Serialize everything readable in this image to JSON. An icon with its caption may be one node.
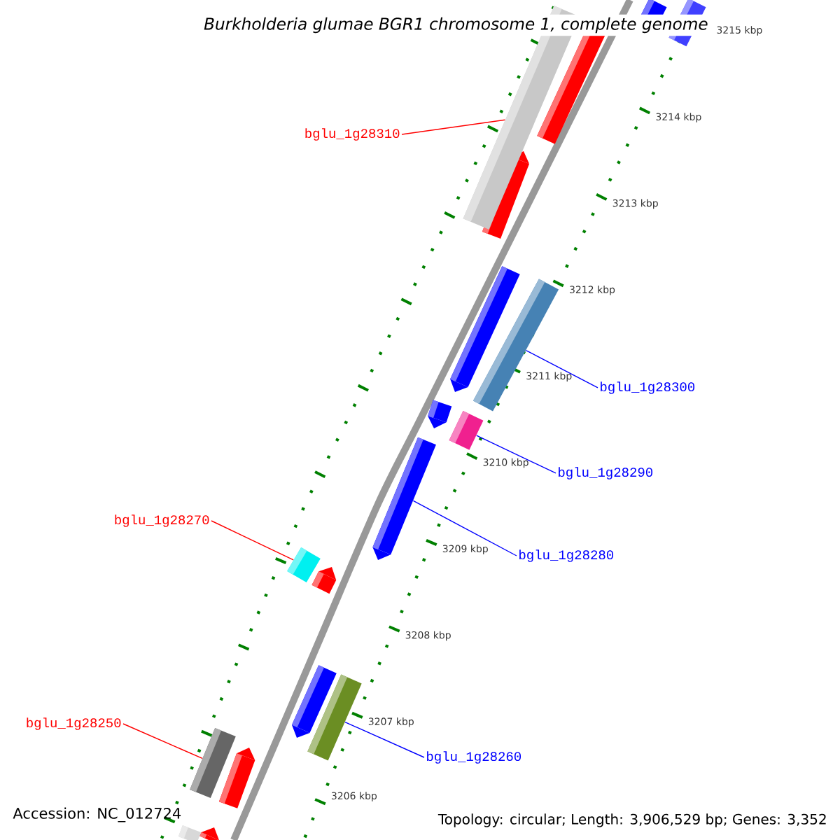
{
  "diagram": {
    "title": "Burkholderia glumae BGR1 chromosome 1, complete genome",
    "nodes": [
      {
        "text": [
          "bglu_1g28310"
        ]
      },
      {
        "text": [
          "bglu_1g28300"
        ]
      },
      {
        "text": [
          "bglu_1g28290"
        ]
      },
      {
        "text": [
          "bglu_1g28270"
        ]
      },
      {
        "text": [
          "bglu_1g28280"
        ]
      },
      {
        "text": [
          "bglu_1g28250"
        ]
      },
      {
        "text": [
          "bglu_1g28260"
        ]
      },
      {
        "text": [],
        "shape": "bar"
      },
      {
        "text": [],
        "shape": "bar"
      },
      {
        "text": [],
        "shape": "bar"
      },
      {
        "text": [],
        "shape": "bar"
      },
      {
        "text": [],
        "shape": "bar"
      },
      {
        "text": [],
        "shape": "bar"
      },
      {
        "text": [],
        "shape": "bar"
      }
    ],
    "edges": [
      {
        "from": 0,
        "to": 7,
        "arrow": "none",
        "color": "#ff0000"
      },
      {
        "from": 1,
        "to": 8,
        "arrow": "none",
        "color": "#0000ff"
      },
      {
        "from": 2,
        "to": 9,
        "arrow": "none",
        "color": "#0000ff"
      },
      {
        "from": 3,
        "to": 11,
        "arrow": "none",
        "color": "#ff0000"
      },
      {
        "from": 4,
        "to": 10,
        "arrow": "none",
        "color": "#0000ff"
      },
      {
        "from": 5,
        "to": 13,
        "arrow": "none",
        "color": "#ff0000"
      },
      {
        "from": 6,
        "to": 12,
        "arrow": "none",
        "color": "#0000ff"
      }
    ],
    "labels": [
      "3215 kbp",
      "3214 kbp",
      "3213 kbp",
      "3212 kbp",
      "3211 kbp",
      "3210 kbp",
      "3209 kbp",
      "3208 kbp",
      "3207 kbp",
      "3206 kbp",
      "Accession: NC_012724",
      "Topology: circular; Length: 3,906,529 bp; Genes: 3,352"
    ]
  }
}
